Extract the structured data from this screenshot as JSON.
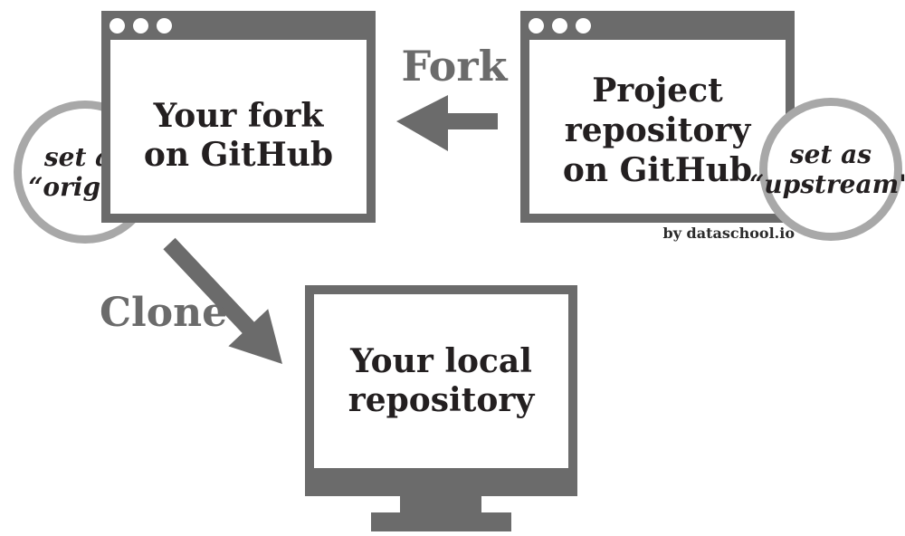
{
  "palette": {
    "dark_gray": "#6b6b6b",
    "ring_gray": "#a8a8a8",
    "text_dark": "#231f20",
    "background": "#ffffff"
  },
  "windows": {
    "fork": {
      "title_lines": [
        "Your fork",
        "on GitHub"
      ]
    },
    "project": {
      "title_lines": [
        "Project",
        "repository",
        "on GitHub"
      ]
    }
  },
  "badges": {
    "origin": {
      "lines": [
        "set as",
        "“origin\""
      ]
    },
    "upstream": {
      "lines": [
        "set as",
        "“upstream\""
      ]
    }
  },
  "arrows": {
    "fork_label": "Fork",
    "clone_label": "Clone"
  },
  "monitor": {
    "label_lines": [
      "Your local",
      "repository"
    ]
  },
  "credit": "by dataschool.io"
}
